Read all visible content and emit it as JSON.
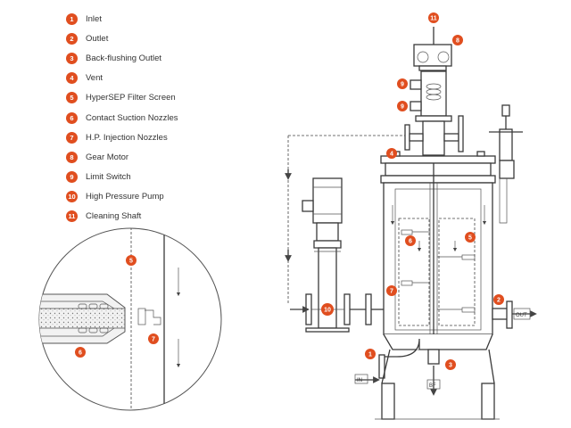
{
  "legend": [
    {
      "num": "1",
      "label": "Inlet"
    },
    {
      "num": "2",
      "label": "Outlet"
    },
    {
      "num": "3",
      "label": "Back-flushing Outlet"
    },
    {
      "num": "4",
      "label": "Vent"
    },
    {
      "num": "5",
      "label": "HyperSEP Filter Screen"
    },
    {
      "num": "6",
      "label": "Contact Suction Nozzles"
    },
    {
      "num": "7",
      "label": "H.P. Injection Nozzles"
    },
    {
      "num": "8",
      "label": "Gear Motor"
    },
    {
      "num": "9",
      "label": "Limit Switch"
    },
    {
      "num": "10",
      "label": "High Pressure Pump"
    },
    {
      "num": "11",
      "label": "Cleaning Shaft"
    }
  ],
  "colors": {
    "accent": "#e04e1f",
    "line": "#3a3a3a"
  },
  "tags": {
    "inlet": "IN",
    "outlet": "OUT",
    "drain": "BF"
  }
}
